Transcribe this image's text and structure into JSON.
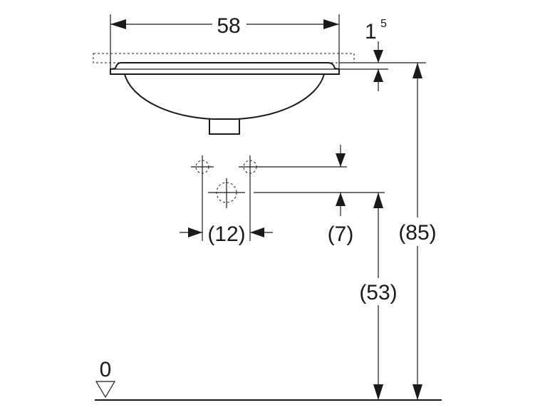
{
  "dimensions": {
    "width": "58",
    "thickness_base": "1",
    "thickness_sup": "5",
    "tap_spacing": "(12)",
    "tap_offset": "(7)",
    "tap_height": "(53)",
    "total_height": "(85)",
    "floor_level": "0"
  },
  "colors": {
    "ink": "#1a1a1a",
    "background": "#ffffff"
  }
}
